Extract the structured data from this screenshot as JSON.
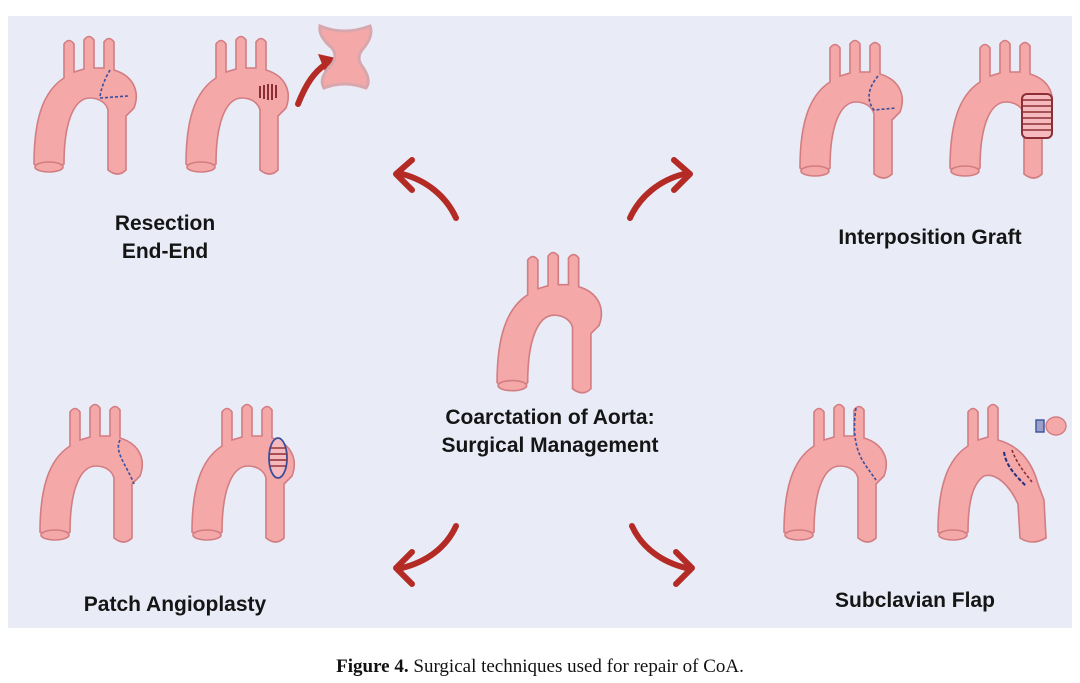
{
  "diagram": {
    "center_title_line1": "Coarctation of Aorta:",
    "center_title_line2": "Surgical Management",
    "techniques": [
      {
        "line1": "Resection",
        "line2": "End-End"
      },
      {
        "line1": "Interposition Graft"
      },
      {
        "line1": "Patch Angioplasty"
      },
      {
        "line1": "Subclavian Flap"
      }
    ],
    "colors": {
      "aorta_fill": "#f4a8a8",
      "aorta_outline": "#d27d82",
      "arrow": "#b42b25",
      "suture": "#3b4f9e",
      "background": "#e9ebf6"
    }
  },
  "caption": {
    "label": "Figure 4.",
    "text": "Surgical techniques used for repair of CoA."
  }
}
